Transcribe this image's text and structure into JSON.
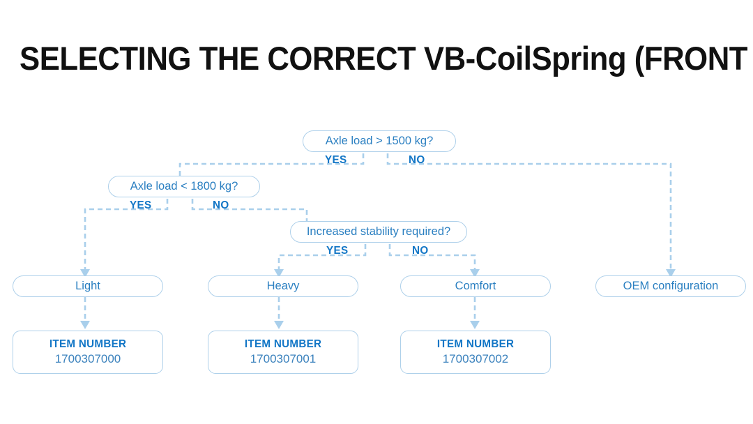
{
  "page": {
    "title": "SELECTING THE CORRECT VB-CoilSpring (FRONT AXLE)",
    "background_color": "#ffffff"
  },
  "colors": {
    "title_text": "#111111",
    "node_border": "#aed0ea",
    "node_text": "#2a7fc1",
    "branch_label": "#1276c6",
    "connector": "#a9cfeb",
    "item_label": "#1276c6",
    "item_value": "#3b82bd"
  },
  "chart_data": {
    "type": "diagram",
    "diagram_kind": "decision-flowchart",
    "title": "SELECTING THE CORRECT VB-CoilSpring (FRONT AXLE)",
    "nodes": [
      {
        "id": "d1",
        "kind": "decision",
        "text": "Axle load > 1500 kg?"
      },
      {
        "id": "d2",
        "kind": "decision",
        "text": "Axle load < 1800 kg?"
      },
      {
        "id": "d3",
        "kind": "decision",
        "text": "Increased stability required?"
      },
      {
        "id": "o1",
        "kind": "outcome",
        "text": "Light"
      },
      {
        "id": "o2",
        "kind": "outcome",
        "text": "Heavy"
      },
      {
        "id": "o3",
        "kind": "outcome",
        "text": "Comfort"
      },
      {
        "id": "o4",
        "kind": "outcome",
        "text": "OEM configuration"
      },
      {
        "id": "i1",
        "kind": "item",
        "label": "ITEM NUMBER",
        "value": "1700307000"
      },
      {
        "id": "i2",
        "kind": "item",
        "label": "ITEM NUMBER",
        "value": "1700307001"
      },
      {
        "id": "i3",
        "kind": "item",
        "label": "ITEM NUMBER",
        "value": "1700307002"
      }
    ],
    "edges": [
      {
        "from": "d1",
        "to": "d2",
        "label": "YES"
      },
      {
        "from": "d1",
        "to": "o4",
        "label": "NO"
      },
      {
        "from": "d2",
        "to": "o1",
        "label": "YES"
      },
      {
        "from": "d2",
        "to": "d3",
        "label": "NO"
      },
      {
        "from": "d3",
        "to": "o2",
        "label": "YES"
      },
      {
        "from": "d3",
        "to": "o3",
        "label": "NO"
      },
      {
        "from": "o1",
        "to": "i1",
        "label": ""
      },
      {
        "from": "o2",
        "to": "i2",
        "label": ""
      },
      {
        "from": "o3",
        "to": "i3",
        "label": ""
      }
    ]
  },
  "decisions": [
    {
      "text": "Axle load > 1500 kg?",
      "yes": "YES",
      "no": "NO"
    },
    {
      "text": "Axle load < 1800 kg?",
      "yes": "YES",
      "no": "NO"
    },
    {
      "text": "Increased stability required?",
      "yes": "YES",
      "no": "NO"
    }
  ],
  "outcomes": [
    {
      "text": "Light"
    },
    {
      "text": "Heavy"
    },
    {
      "text": "Comfort"
    },
    {
      "text": "OEM configuration"
    }
  ],
  "items": [
    {
      "label": "ITEM NUMBER",
      "value": "1700307000"
    },
    {
      "label": "ITEM NUMBER",
      "value": "1700307001"
    },
    {
      "label": "ITEM NUMBER",
      "value": "1700307002"
    }
  ]
}
